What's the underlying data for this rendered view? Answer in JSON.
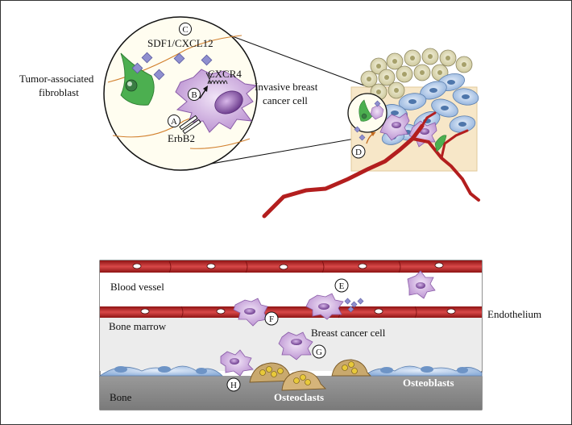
{
  "top_panel": {
    "labels": {
      "sdf1": "SDF1/CXCL12",
      "cxcr4": "CXCR4",
      "fibroblast_line1": "Tumor-associated",
      "fibroblast_line2": "fibroblast",
      "invasive_line1": "Invasive breast",
      "invasive_line2": "cancer cell",
      "erbb2": "ErbB2"
    },
    "markers": {
      "a": "A",
      "b": "B",
      "c": "C",
      "d": "D"
    }
  },
  "bottom_panel": {
    "labels": {
      "blood_vessel": "Blood vessel",
      "bone_marrow": "Bone marrow",
      "breast_cancer_cell": "Breast cancer cell",
      "endothelium": "Endothelium",
      "bone": "Bone",
      "osteoclasts": "Osteoclasts",
      "osteoblasts": "Osteoblasts"
    },
    "markers": {
      "e": "E",
      "f": "F",
      "g": "G",
      "h": "H"
    }
  },
  "colors": {
    "fibroblast_green": "#4caf50",
    "cancer_purple": "#c7a3d6",
    "ligand_blue": "#8f8fcf",
    "vessel_red": "#b31e1e",
    "bone_grey": "#8a8a8a",
    "marrow_grey": "#ececec",
    "tan_tumor": "#d8d3ad",
    "blue_tumor": "#a9c0e3",
    "osteoclast_tan": "#c9a96e"
  }
}
